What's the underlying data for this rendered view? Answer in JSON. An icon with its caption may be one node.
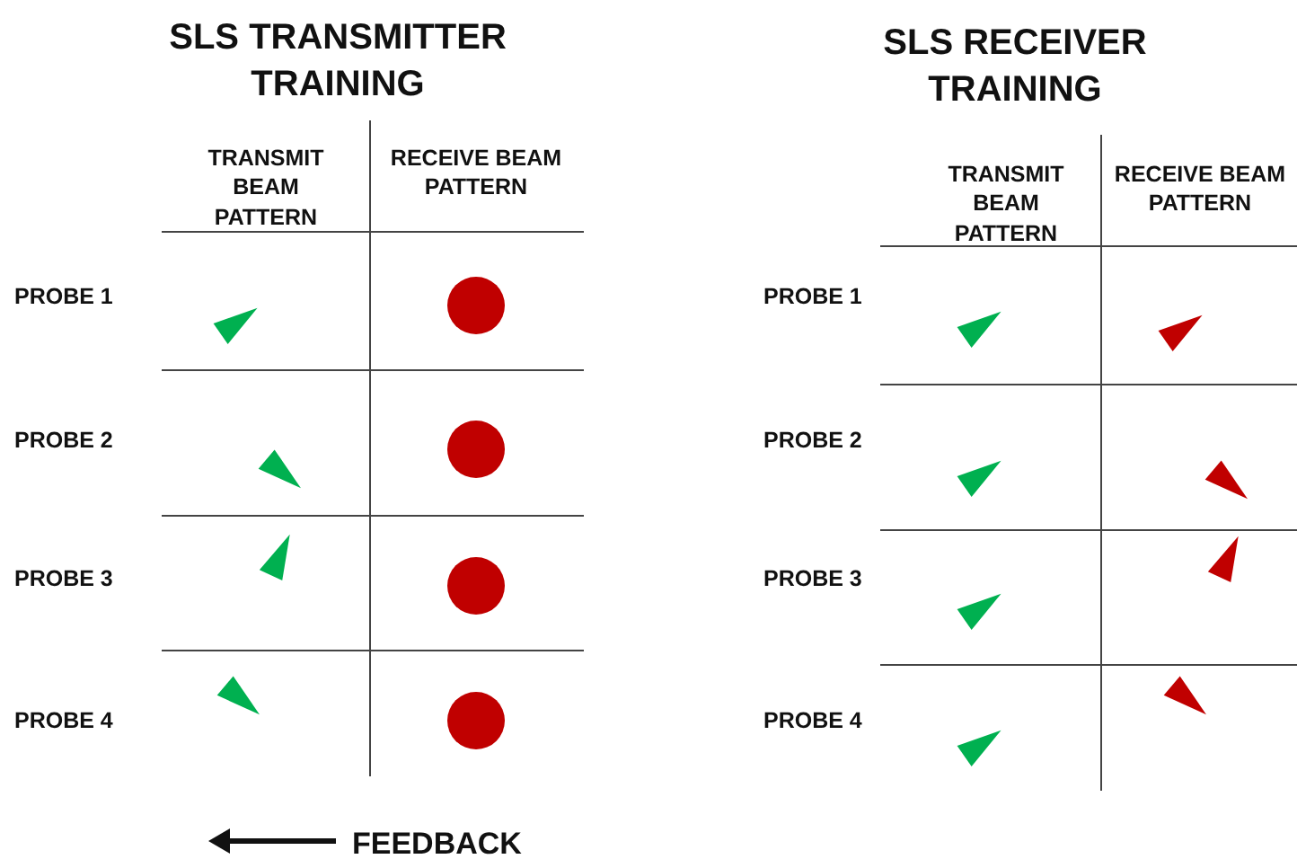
{
  "diagram": {
    "labels": [
      "SLS TRANSMITTER TRAINING",
      "SLS RECEIVER TRAINING",
      "TRANSMIT BEAM PATTERN",
      "RECEIVE BEAM PATTERN",
      "TRANSMIT BEAM PATTERN",
      "RECEIVE BEAM PATTERN",
      "PROBE 1",
      "PROBE 2",
      "PROBE 3",
      "PROBE 4",
      "PROBE 1",
      "PROBE 2",
      "PROBE 3",
      "PROBE 4",
      "FEEDBACK"
    ]
  }
}
